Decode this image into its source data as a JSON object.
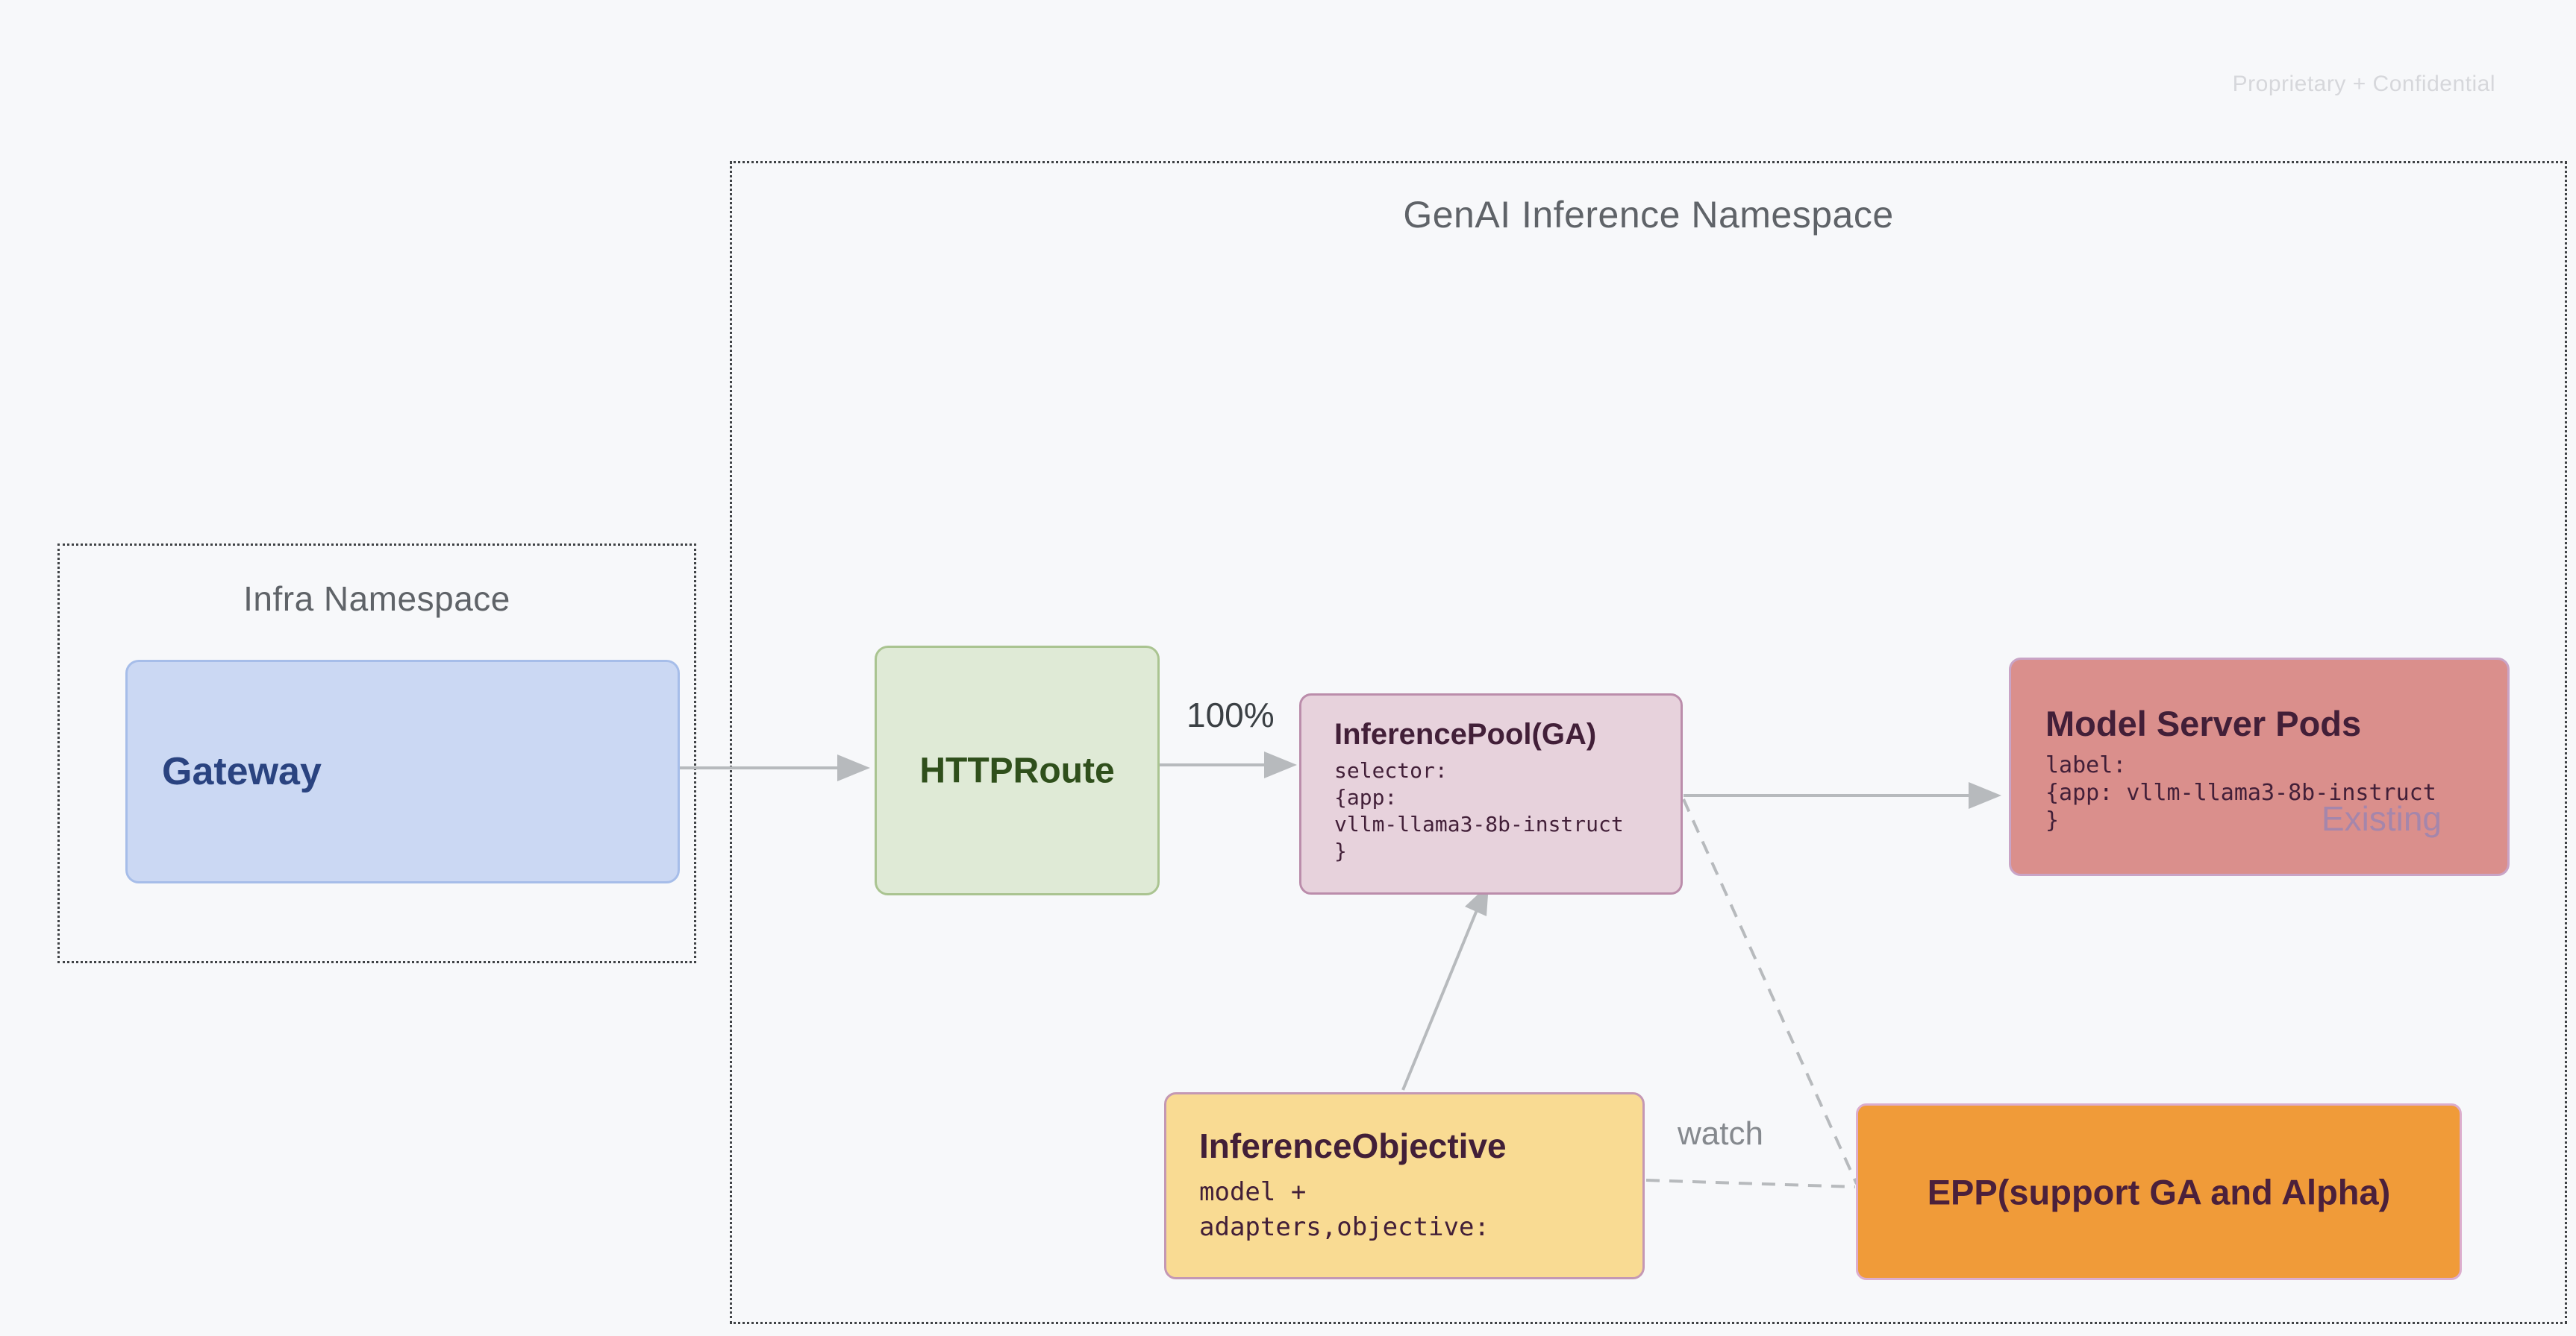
{
  "slide": {
    "watermark": "Proprietary + Confidential"
  },
  "namespaces": {
    "genai": {
      "title": "GenAI Inference Namespace"
    },
    "infra": {
      "title": "Infra Namespace"
    }
  },
  "nodes": {
    "gateway": {
      "label": "Gateway"
    },
    "httproute": {
      "label": "HTTPRoute"
    },
    "inference_pool": {
      "title": "InferencePool(GA)",
      "code": "selector:\n{app:\nvllm-llama3-8b-instruct\n}"
    },
    "model_server_pods": {
      "title": "Model Server Pods",
      "code": "label:\n{app: vllm-llama3-8b-instruct\n}",
      "status_tag": "Existing"
    },
    "inference_objective": {
      "title": "InferenceObjective",
      "code": "model +\nadapters,objective:"
    },
    "epp": {
      "label": "EPP(support GA and Alpha)"
    }
  },
  "edges": {
    "httproute_to_pool_label": "100%",
    "objective_to_epp_label": "watch"
  },
  "colors": {
    "bg": "#f7f8fa",
    "border_dotted": "#3f4245",
    "ns_title": "#5f6368",
    "gateway_fill": "#cbd8f3",
    "gateway_border": "#a6bde9",
    "gateway_text": "#2a4380",
    "httproute_fill": "#dfead6",
    "httproute_border": "#aac491",
    "httproute_text": "#2f4f1b",
    "pool_fill": "#e7d2dc",
    "pool_border": "#bb8dab",
    "maroon_text": "#421f38",
    "msp_fill": "#da8f8c",
    "msp_border": "#c9a4c6",
    "existing_text": "#a586ab",
    "io_fill": "#f9db93",
    "io_border": "#c498b4",
    "epp_fill": "#f09b39",
    "epp_border": "#dcadcd",
    "epp_text": "#4b203b",
    "arrow": "#b7babd",
    "label_dark": "#3b4044",
    "label_gray": "#85898e",
    "watermark": "#d6d7db"
  }
}
